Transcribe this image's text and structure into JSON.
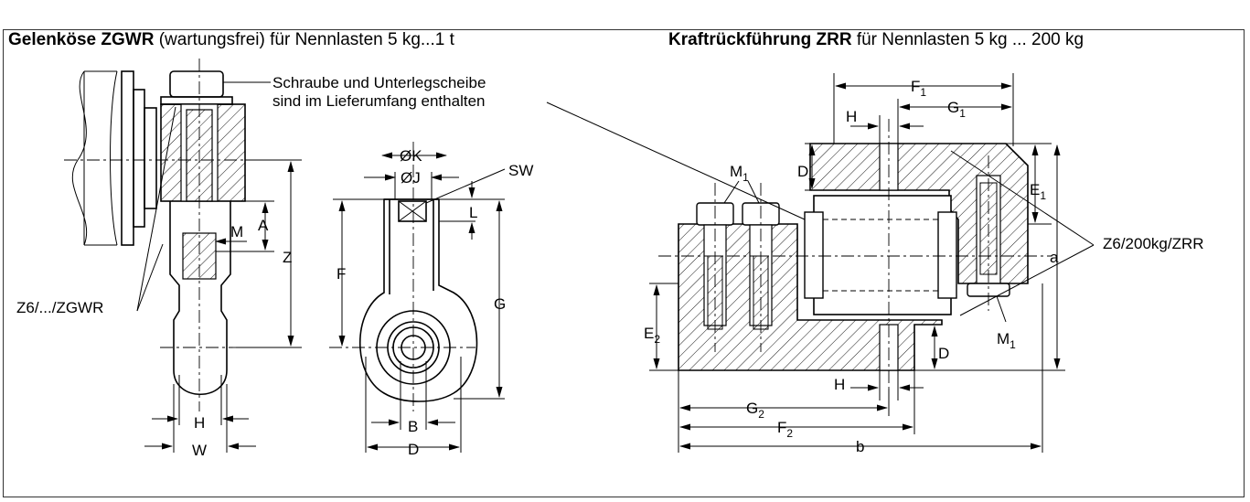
{
  "headings": {
    "left": {
      "bold": "Gelenköse ZGWR",
      "rest": " (wartungsfrei) für Nennlasten 5 kg...1 t"
    },
    "right": {
      "bold": "Kraftrückführung ZRR",
      "rest": " für Nennlasten 5 kg ... 200 kg"
    }
  },
  "notes": {
    "screw_line1": "Schraube und Unterlegscheibe",
    "screw_line2": "sind im Lieferumfang enthalten",
    "part_left": "Z6/.../ZGWR",
    "part_right": "Z6/200kg/ZRR"
  },
  "dims_left": {
    "K": "ØK",
    "J": "ØJ",
    "SW": "SW",
    "L": "L",
    "A": "A",
    "M": "M",
    "Z": "Z",
    "F": "F",
    "G": "G",
    "H": "H",
    "W": "W",
    "B": "B",
    "D": "D"
  },
  "dims_right": {
    "F": "F",
    "G": "G",
    "H": "H",
    "D": "D",
    "E": "E",
    "M": "M",
    "a": "a",
    "b": "b",
    "sub1": "1",
    "sub2": "2"
  }
}
